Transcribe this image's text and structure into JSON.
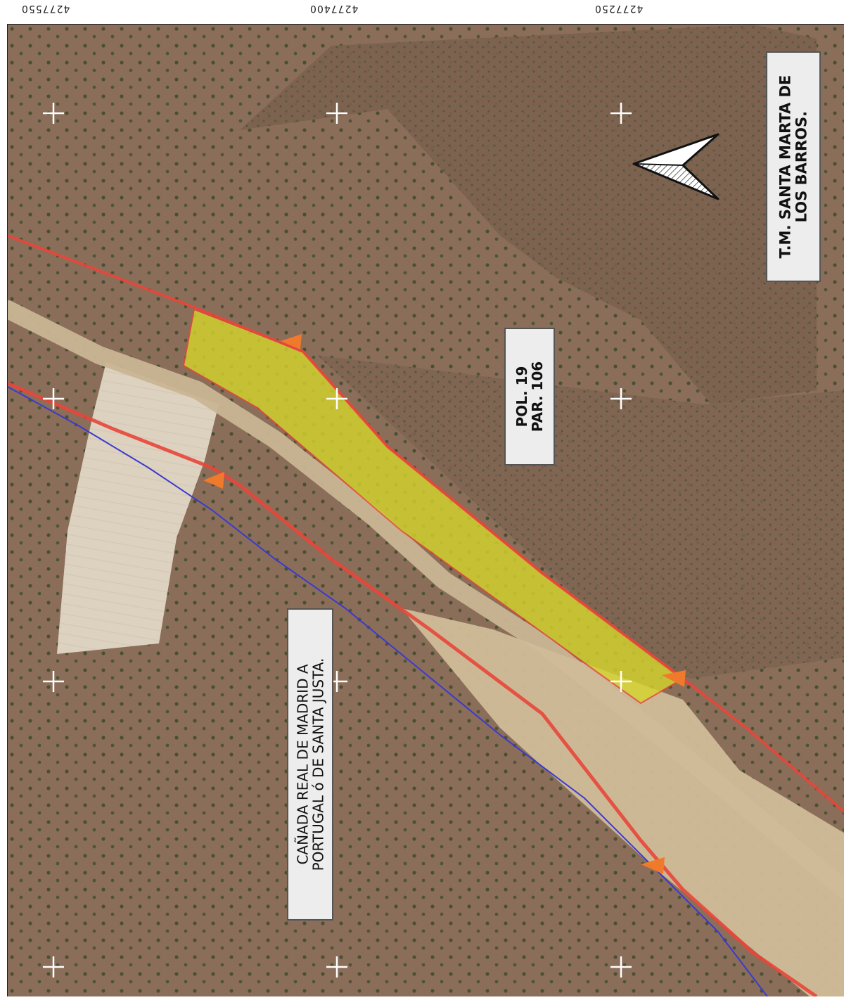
{
  "coordinates": {
    "top_ticks": [
      "4277550",
      "4277400",
      "4277250"
    ]
  },
  "labels": {
    "parcel": [
      "POL. 19",
      "PAR. 106"
    ],
    "municipality": [
      "T.M. SANTA MARTA DE",
      "LOS BARROS."
    ],
    "canada": [
      "CAÑADA REAL DE MADRID A",
      "PORTUGAL ó DE SANTA JUSTA."
    ]
  },
  "colors": {
    "ground": "#8a6e5a",
    "road": "#c9b594",
    "boundary": "#e8463a",
    "parcel_fill": "#d6d52c",
    "marker": "#f07a2c",
    "waterway": "#3a3ad0"
  },
  "icons": {
    "north_arrow": "north-arrow-icon",
    "grid_cross": "grid-cross-icon",
    "marker": "boundary-marker-icon"
  }
}
